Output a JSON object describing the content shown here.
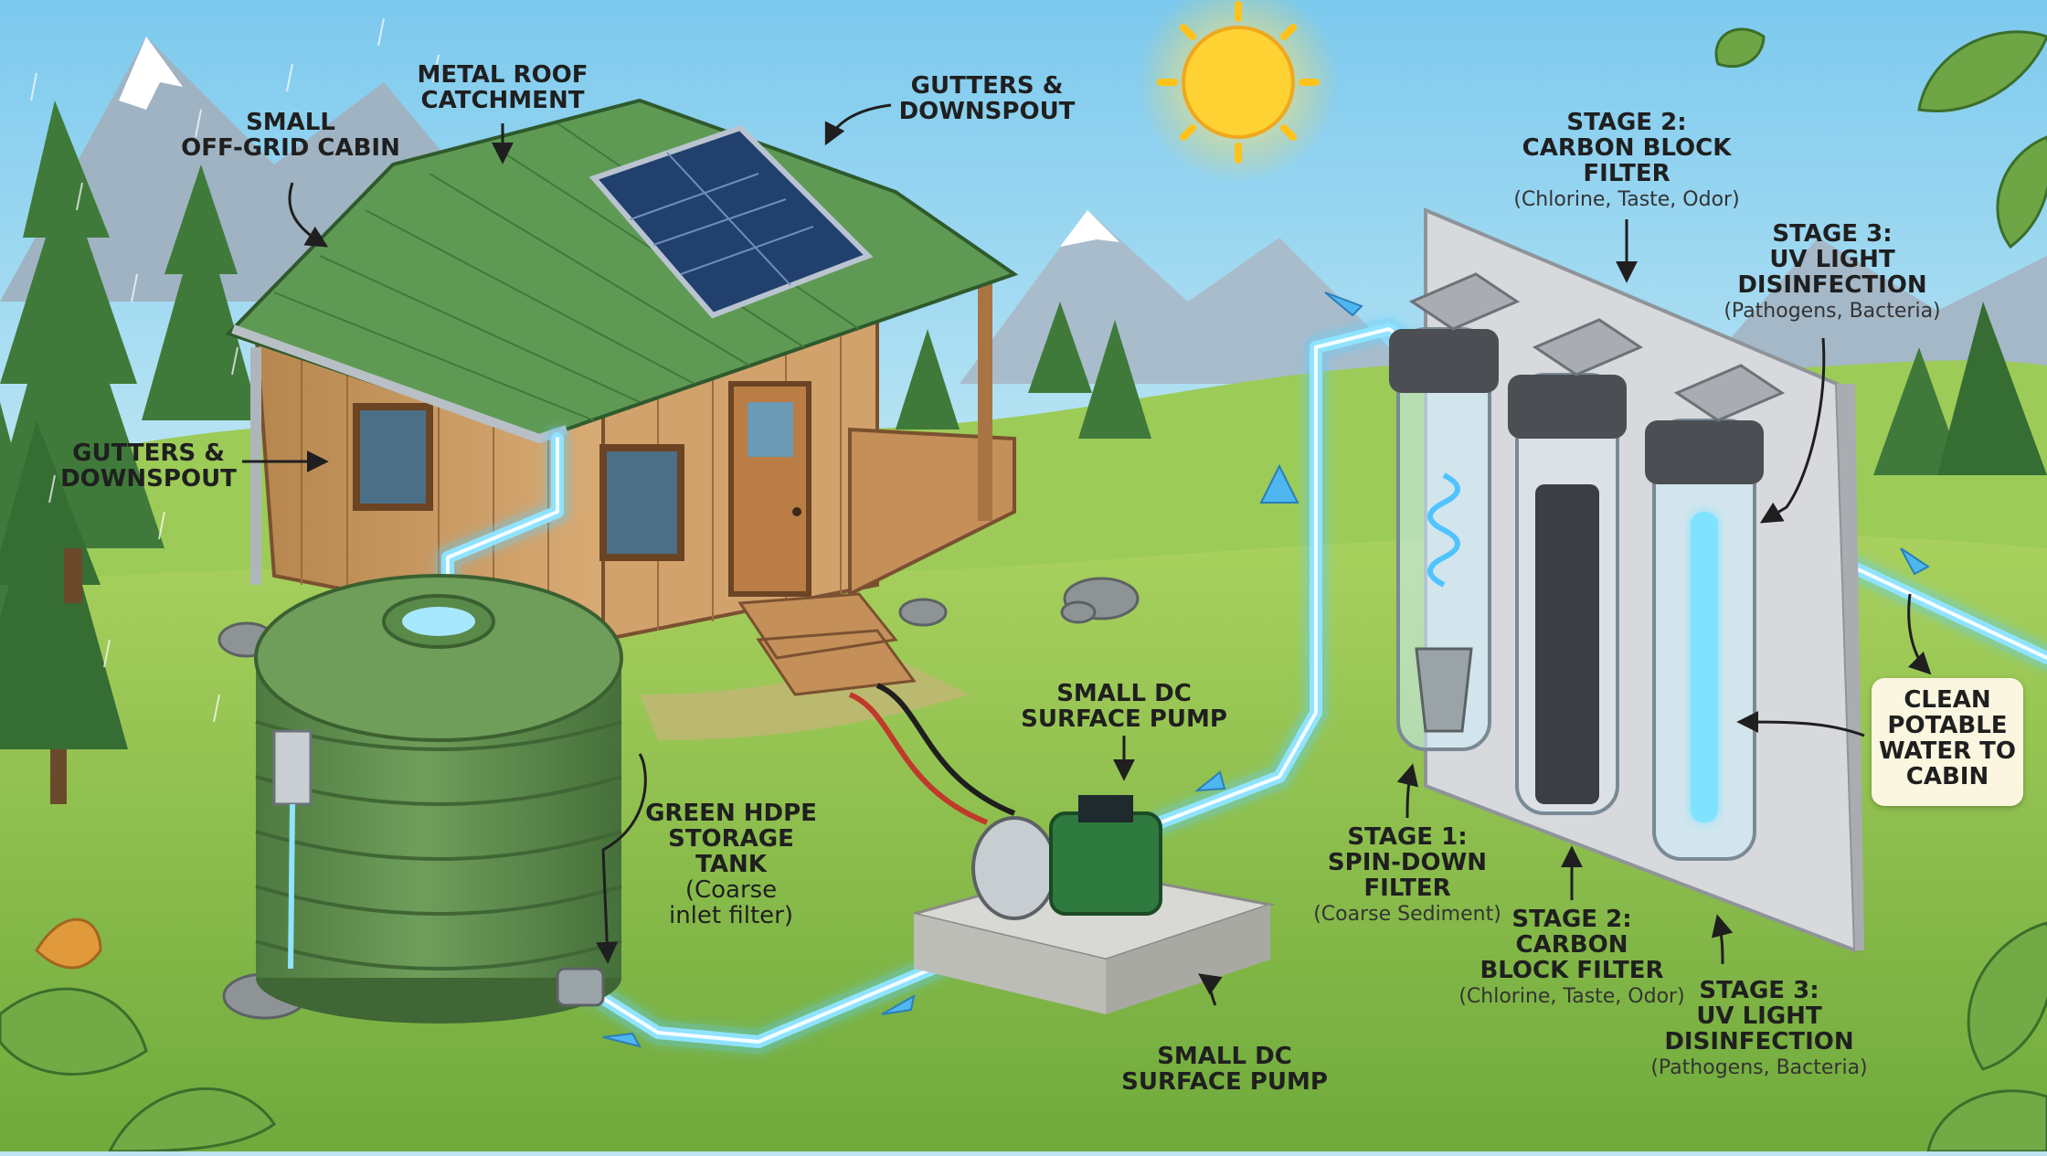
{
  "colors": {
    "sky_top": "#8fd3f2",
    "sky_bottom": "#e3f4f6",
    "grass": "#8cc04c",
    "tank_green": "#5c8a4c",
    "roof_green": "#5f9a55",
    "wood": "#c99a66",
    "water_glow": "#5fd0ff",
    "sun": "#ffd233",
    "panel": "#d7d9dc"
  },
  "icons": {
    "sun": "sun-icon",
    "solar": "solar-panel-icon",
    "flow": "flow-arrow-icon"
  },
  "labels": {
    "cabin": {
      "lines": [
        "SMALL",
        "OFF-GRID CABIN"
      ]
    },
    "roof": {
      "lines": [
        "METAL ROOF",
        "CATCHMENT"
      ]
    },
    "gutters_top": {
      "lines": [
        "GUTTERS &",
        "DOWNSPOUT"
      ]
    },
    "gutters_left": {
      "lines": [
        "GUTTERS &",
        "DOWNSPOUT"
      ]
    },
    "tank": {
      "lines": [
        "GREEN HDPE",
        "STORAGE TANK"
      ],
      "sub": [
        "(Coarse",
        "inlet filter)"
      ]
    },
    "pump_top": {
      "lines": [
        "SMALL DC",
        "SURFACE PUMP"
      ]
    },
    "pump_bottom": {
      "lines": [
        "SMALL DC",
        "SURFACE PUMP"
      ]
    },
    "stage2_top": {
      "lines": [
        "STAGE 2:",
        "CARBON BLOCK",
        "FILTER"
      ],
      "sub": [
        "(Chlorine, Taste, Odor)"
      ]
    },
    "stage3_top": {
      "lines": [
        "STAGE 3:",
        "UV LIGHT",
        "DISINFECTION"
      ],
      "sub": [
        "(Pathogens, Bacteria)"
      ]
    },
    "stage1": {
      "lines": [
        "STAGE 1:",
        "SPIN-DOWN",
        "FILTER"
      ],
      "sub": [
        "(Coarse Sediment)"
      ]
    },
    "stage2_bottom": {
      "lines": [
        "STAGE 2:",
        "CARBON",
        "BLOCK FILTER"
      ],
      "sub": [
        "(Chlorine, Taste, Odor)"
      ]
    },
    "stage3_bottom": {
      "lines": [
        "STAGE 3:",
        "UV LIGHT",
        "DISINFECTION"
      ],
      "sub": [
        "(Pathogens, Bacteria)"
      ]
    },
    "clean": {
      "lines": [
        "CLEAN",
        "POTABLE",
        "WATER TO",
        "CABIN"
      ]
    }
  }
}
